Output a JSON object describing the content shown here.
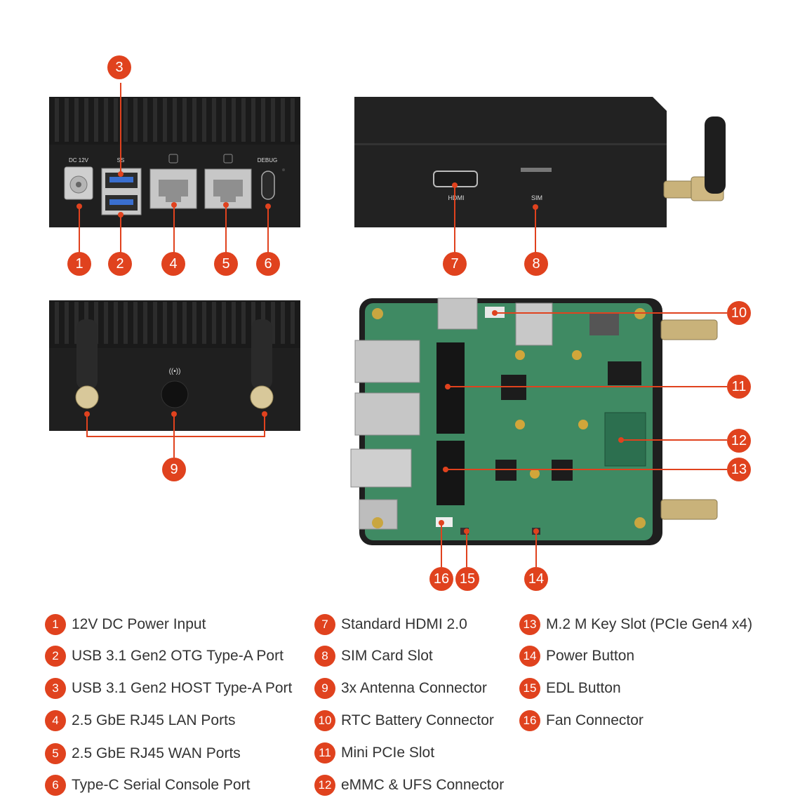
{
  "accent": "#e0421e",
  "device_labels": {
    "dc": "DC 12V",
    "ss": "SS",
    "debug": "DEBUG",
    "hdmi": "HDMI",
    "sim": "SIM"
  },
  "callouts": [
    "1",
    "2",
    "3",
    "4",
    "5",
    "6",
    "7",
    "8",
    "9",
    "10",
    "11",
    "12",
    "13",
    "14",
    "15",
    "16"
  ],
  "legend": [
    {
      "num": "1",
      "text": "12V DC Power Input"
    },
    {
      "num": "2",
      "text": "USB 3.1 Gen2 OTG Type-A Port"
    },
    {
      "num": "3",
      "text": "USB 3.1 Gen2 HOST Type-A Port"
    },
    {
      "num": "4",
      "text": "2.5 GbE RJ45 LAN Ports"
    },
    {
      "num": "5",
      "text": "2.5 GbE RJ45 WAN Ports"
    },
    {
      "num": "6",
      "text": "Type-C Serial Console Port"
    },
    {
      "num": "7",
      "text": "Standard HDMI 2.0"
    },
    {
      "num": "8",
      "text": "SIM Card Slot"
    },
    {
      "num": "9",
      "text": "3x Antenna Connector"
    },
    {
      "num": "10",
      "text": "RTC Battery Connector"
    },
    {
      "num": "11",
      "text": "Mini PCIe Slot"
    },
    {
      "num": "12",
      "text": "eMMC & UFS Connector"
    },
    {
      "num": "13",
      "text": "M.2 M Key Slot (PCIe Gen4 x4)"
    },
    {
      "num": "14",
      "text": "Power Button"
    },
    {
      "num": "15",
      "text": "EDL Button"
    },
    {
      "num": "16",
      "text": "Fan Connector"
    }
  ]
}
